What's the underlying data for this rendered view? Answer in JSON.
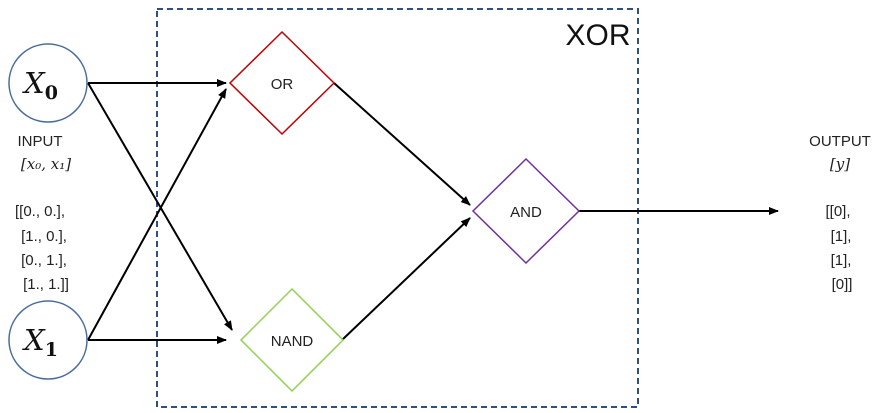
{
  "title": "XOR",
  "inputs": [
    {
      "var": "X",
      "sub": "0"
    },
    {
      "var": "X",
      "sub": "1"
    }
  ],
  "gates": {
    "or": "OR",
    "nand": "NAND",
    "and": "AND"
  },
  "input_panel": {
    "label": "INPUT",
    "vector": "[x₀, x₁]",
    "values": [
      "[[0., 0.],",
      "[1., 0.],",
      "[0., 1.],",
      "[1., 1.]]"
    ]
  },
  "output_panel": {
    "label": "OUTPUT",
    "vector": "[y]",
    "values": [
      "[[0],",
      "[1],",
      "[1],",
      "[0]]"
    ]
  },
  "colors": {
    "input_node": "#4a6d9c",
    "xor_box": "#2f4f7f",
    "or_gate": "#c00000",
    "nand_gate": "#92d050",
    "and_gate": "#7030a0"
  }
}
